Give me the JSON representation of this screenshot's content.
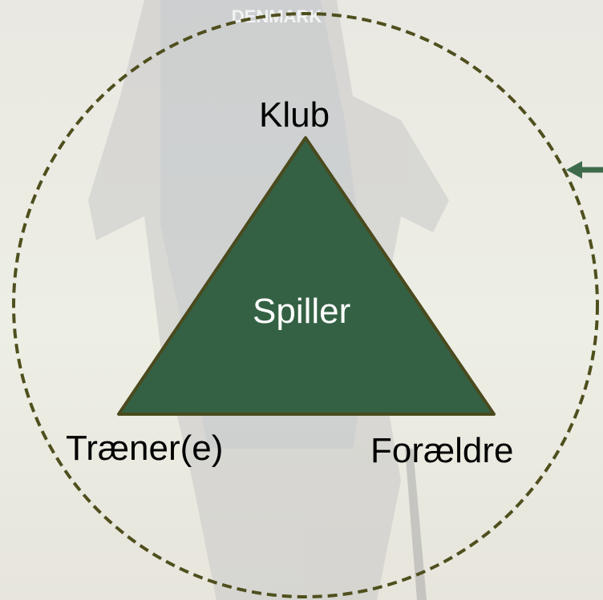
{
  "diagram": {
    "center_label": "Spiller",
    "vertex_top": "Klub",
    "vertex_left": "Træner(e)",
    "vertex_right": "Forældre",
    "watermark_text": "DENMARK",
    "colors": {
      "triangle_fill": "#346144",
      "triangle_stroke": "#4a4a1e",
      "circle_stroke": "#4f4f1e",
      "arrow": "#3e6b4c"
    }
  }
}
